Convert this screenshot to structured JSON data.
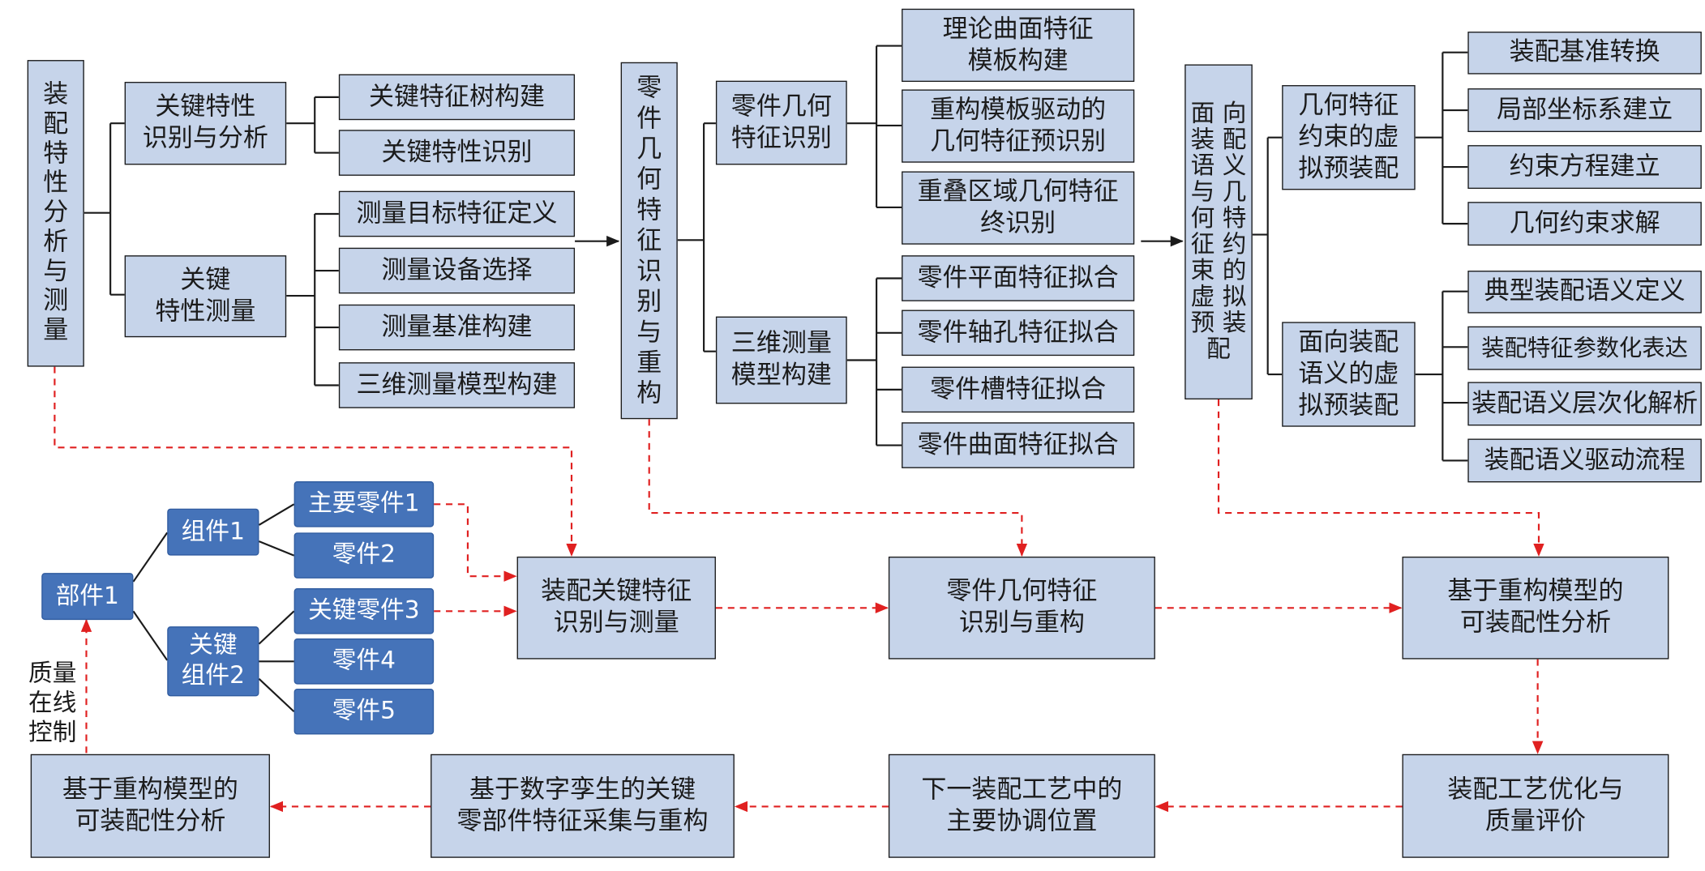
{
  "column1": {
    "root": "装\n配\n特\n性\n分\n析\n与\n测\n量",
    "group1": {
      "label": "关键特性\n识别与分析",
      "items": [
        "关键特征树构建",
        "关键特性识别"
      ]
    },
    "group2": {
      "label": "关键\n特性测量",
      "items": [
        "测量目标特征定义",
        "测量设备选择",
        "测量基准构建",
        "三维测量模型构建"
      ]
    }
  },
  "column2": {
    "root": "零\n件\n几\n何\n特\n征\n识\n别\n与\n重\n构",
    "group1": {
      "label": "零件几何\n特征识别",
      "items": [
        "理论曲面特征\n模板构建",
        "重构模板驱动的\n几何特征预识别",
        "重叠区域几何特征\n终识别"
      ]
    },
    "group2": {
      "label": "三维测量\n模型构建",
      "items": [
        "零件平面特征拟合",
        "零件轴孔特征拟合",
        "零件槽特征拟合",
        "零件曲面特征拟合"
      ]
    }
  },
  "column3": {
    "root": "面\n向\n装\n配\n语\n义\n与\n几\n何\n特\n征\n约\n束\n的\n虚\n拟\n预\n装\n配",
    "group1": {
      "label": "几何特征\n约束的虚\n拟预装配",
      "items": [
        "装配基准转换",
        "局部坐标系建立",
        "约束方程建立",
        "几何约束求解"
      ]
    },
    "group2": {
      "label": "面向装配\n语义的虚\n拟预装配",
      "items": [
        "典型装配语义定义",
        "装配特征参数化表达",
        "装配语义层次化解析",
        "装配语义驱动流程"
      ]
    }
  },
  "product_tree": {
    "part": "部件1",
    "component1": "组件1",
    "component2": "关键\n组件2",
    "parts": [
      "主要零件1",
      "零件2",
      "关键零件3",
      "零件4",
      "零件5"
    ]
  },
  "flow": {
    "step1": "装配关键特征\n识别与测量",
    "step2": "零件几何特征\n识别与重构",
    "step3": "基于重构模型的\n可装配性分析",
    "step4": "装配工艺优化与\n质量评价",
    "step5": "下一装配工艺中的\n主要协调位置",
    "step6": "基于数字孪生的关键\n零部件特征采集与重构",
    "step7": "基于重构模型的\n可装配性分析"
  },
  "feedback_label": "质量\n在线\n控制",
  "colors": {
    "box_fill": "#c6d4ea",
    "box_border": "#1b1b1b",
    "blue_fill": "#4573b9",
    "dashed_arrow": "#e02020",
    "solid_line": "#1b1b1b"
  }
}
